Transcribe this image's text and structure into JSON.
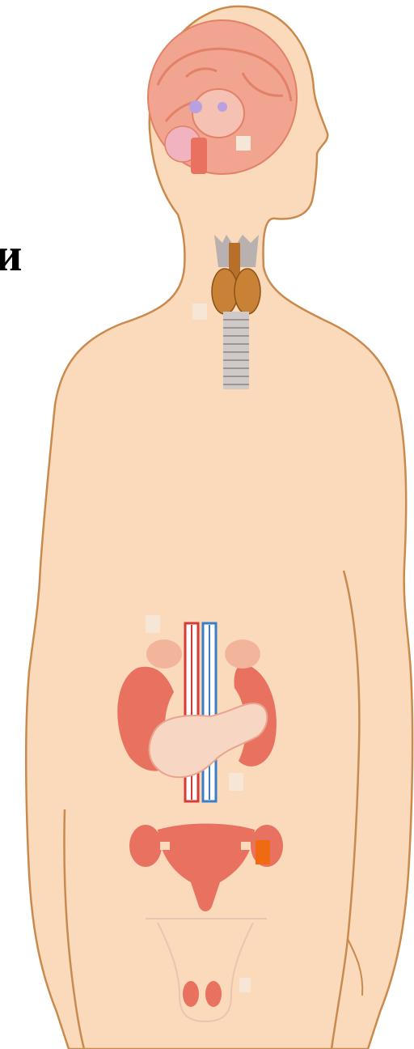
{
  "figure": {
    "title_fragment": "и",
    "colors": {
      "skin": "#fbd9bb",
      "outline": "#c98a4e",
      "organ": "#e8725f",
      "organ_light": "#f3b49c",
      "brain": "#f1a48f",
      "thyroid": "#b86f2a",
      "cartilage": "#b8b1b0",
      "artery": "#d73a35",
      "vein": "#3a7dc9",
      "pancreas": "#f7d6c4",
      "ovary_accent": "#f06a14"
    },
    "organs": [
      "brain",
      "pituitary",
      "thyroid",
      "trachea",
      "adrenal-glands",
      "kidneys",
      "aorta",
      "vena-cava",
      "pancreas",
      "uterus",
      "ovaries",
      "testes"
    ]
  }
}
